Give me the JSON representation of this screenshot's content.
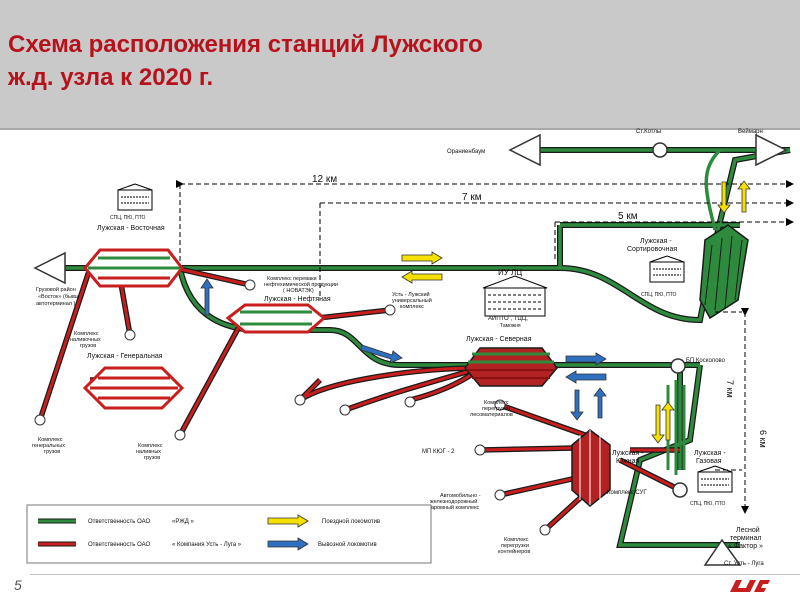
{
  "header": {
    "title_line1": "Схема расположения станций Лужского",
    "title_line2": "ж.д. узла к 2020 г."
  },
  "distances": {
    "d12": "12 км",
    "d7": "7 км",
    "d5": "5 км",
    "v7": "7 км",
    "v6": "6 км"
  },
  "stations": {
    "st_kotly": "Ст.Котлы",
    "veymarn": "Веймарн",
    "oranienbaum": "Ораниенбаум",
    "vostochnaya": "Лужская - Восточная",
    "neftyanaya": "Лужская - Нефтяная",
    "generalnaya": "Лужская - Генеральная",
    "severnaya": "Лужская - Северная",
    "sort_1": "Лужская -",
    "sort_2": "Сортировочная",
    "yuzhnaya_1": "Лужская -",
    "yuzhnaya_2": "Южная",
    "gazovaya_1": "Лужская -",
    "gazovaya_2": "Газовая",
    "bp_koskolovo": "БП Косколово",
    "lesnoy_1": "Лесной",
    "lesnoy_2": "терминал",
    "lesnoy_3": "« Фактор »",
    "st_ust_luga": "Ст. Усть - Луга",
    "iu_lc": "ИУ ЛЦ",
    "aipto": "АИПТО , ТЦЦ,",
    "tamozhnya": "Таможня",
    "spc": "СПЦ, ПЮ, ПТО"
  },
  "complexes": {
    "gruzovoy_1": "Грузовой район",
    "gruzovoy_2": "«Восток» (бывш",
    "gruzovoy_3": "автотерминал )",
    "navalochnyh_1": "Комплекс",
    "navalochnyh_2": "наливочных",
    "navalochnyh_3": "грузов",
    "novatek_1": "Комплекс переваки",
    "novatek_2": "нефтехимической продукции",
    "novatek_3": "( НОВАТЭК)",
    "ust_luzh_1": "Усть - Лужский",
    "ust_luzh_2": "универсальный",
    "ust_luzh_3": "комплекс",
    "gen_1": "Комплекс",
    "gen_2": "генеральных",
    "gen_3": "грузов",
    "nal_1": "Комплекс",
    "nal_2": "наливных",
    "nal_3": "грузов",
    "les_1": "Комплекс",
    "les_2": "перегрузки",
    "les_3": "лесоматериалов",
    "mpk": "МП КЮГ - 2",
    "sug": "Комплекс СУГ",
    "avto_1": "Автомобильно -",
    "avto_2": "железнодорожный",
    "avto_3": "паромный комплекс",
    "kont_1": "Комплекс",
    "kont_2": "перегрузки",
    "kont_3": "контейнеров"
  },
  "legend": {
    "green_resp": "Ответственность ОАО",
    "green_org": "«РЖД »",
    "red_resp": "Ответственность ОАО",
    "red_org": "« Компания Усть - Луга »",
    "yellow": "Поездной локомотив",
    "blue": "Вывозной локомотив"
  },
  "colors": {
    "title": "#b5121b",
    "green_track": "#2e8b3e",
    "red_track": "#c81e1e",
    "blue_arrow": "#2f6fbf",
    "yellow_arrow": "#f5e000"
  },
  "footer": {
    "page": "5"
  }
}
